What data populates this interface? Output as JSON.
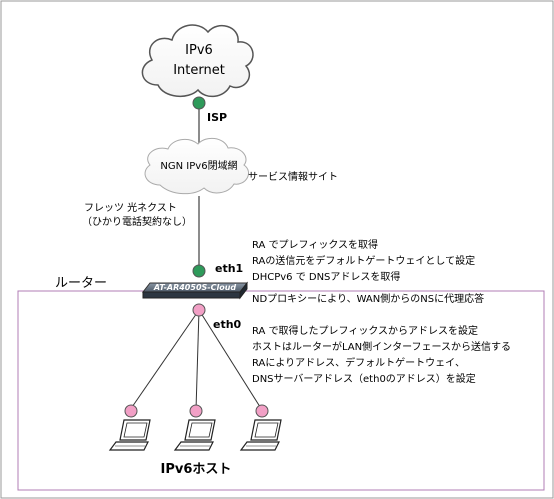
{
  "internet": {
    "line1": "IPv6",
    "line2": "Internet"
  },
  "isp_label": "ISP",
  "ngn_cloud_label": "NGN IPv6閉域網",
  "service_info_label": "サービス情報サイト",
  "flets": {
    "line1": "フレッツ 光ネクスト",
    "line2": "（ひかり電話契約なし）"
  },
  "eth1_label": "eth1",
  "eth0_label": "eth0",
  "router_section_label": "ルーター",
  "router_model": "AT-AR4050S-Cloud",
  "ra_notes": [
    "RA でプレフィックスを取得",
    "RAの送信元をデフォルトゲートウェイとして設定",
    "DHCPv6 で DNSアドレスを取得"
  ],
  "nd_proxy_note": "NDプロキシーにより、WAN側からのNSに代理応答",
  "lan_notes": [
    "RA で取得したプレフィックスからアドレスを設定",
    "ホストはルーターがLAN側インターフェースから送信する",
    "RAによりアドレス、デフォルトゲートウェイ、",
    "DNSサーバーアドレス（eth0のアドレス）を設定"
  ],
  "hosts_label": "IPv6ホスト",
  "colors": {
    "node_green": "#2e9a5a",
    "node_pink": "#f2a0c6",
    "lan_box_border": "#b07cb4",
    "frame_border": "#9a9a9a",
    "router_body": "#3d4a58"
  }
}
